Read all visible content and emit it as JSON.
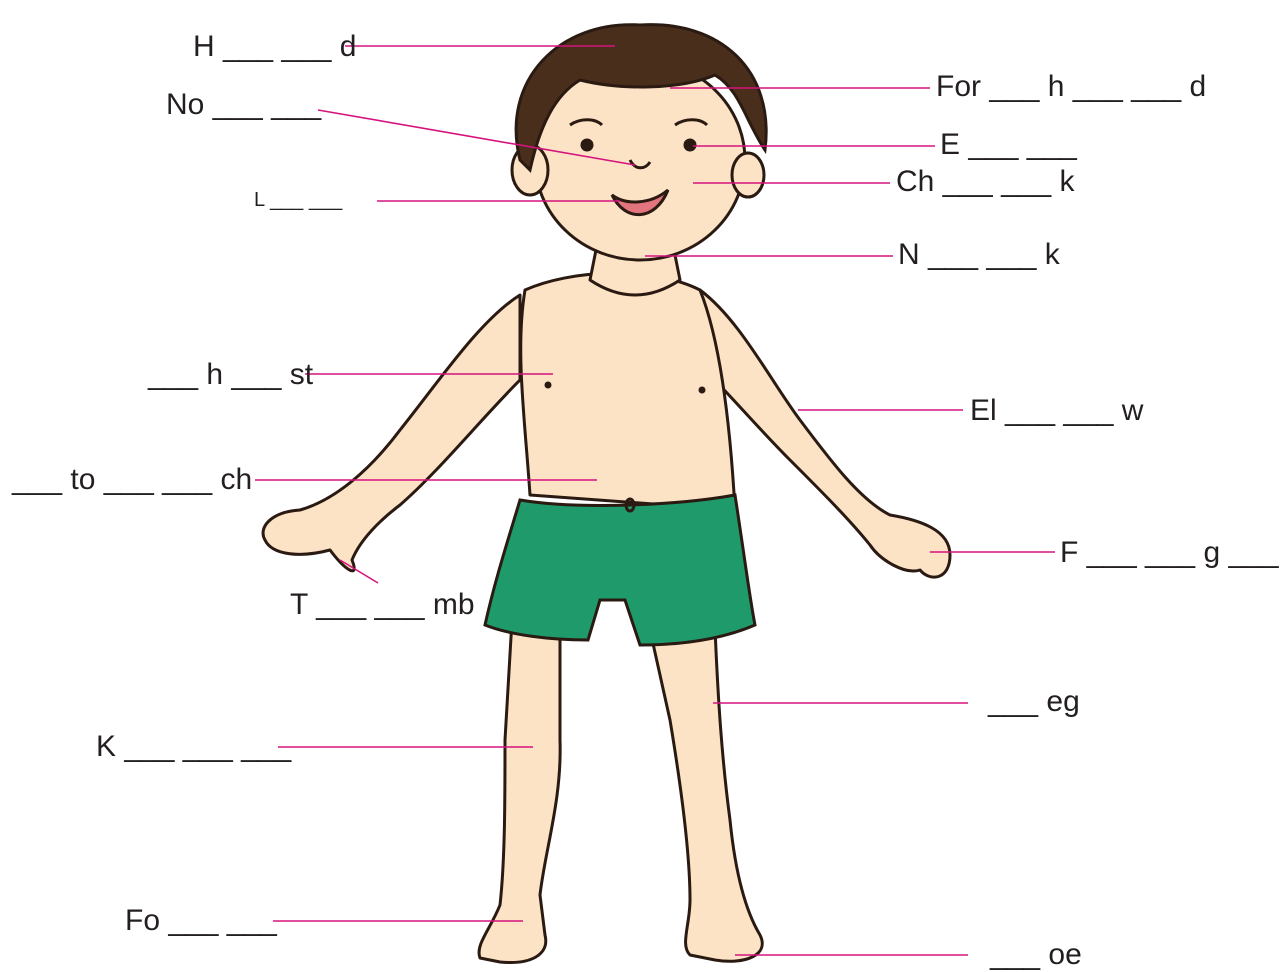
{
  "colors": {
    "leader_line": "#d6137d",
    "skin": "#fce3c6",
    "outline": "#2a1a12",
    "hair": "#4a2e1c",
    "shorts": "#1f9a6b",
    "text": "#231f20"
  },
  "labels": {
    "head": "H ___ ___ d",
    "forehead": "For ___ h ___ ___ d",
    "nose": "No ___ ___",
    "eye": "E ___ ___",
    "cheek": "Ch ___ ___ k",
    "lip": "L ___ ___",
    "neck": "N ___ ___ k",
    "chest": "___ h ___ st",
    "elbow": "El ___ ___ w",
    "stomach": "___ to ___ ___ ch",
    "finger": "F ___ ___ g ___ r",
    "thumb": "T ___ ___ mb",
    "leg": "___ eg",
    "knee": "K ___ ___ ___",
    "foot": "Fo ___ ___",
    "toe": "___ oe"
  }
}
